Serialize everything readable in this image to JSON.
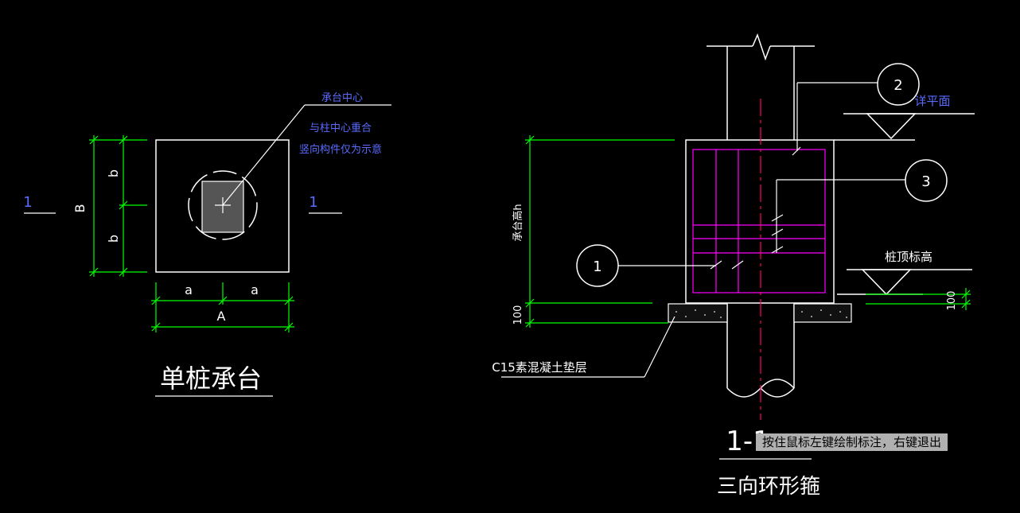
{
  "left_view": {
    "title": "单桩承台",
    "dim_B": "B",
    "dim_b_top": "b",
    "dim_b_bottom": "b",
    "dim_a_left": "a",
    "dim_a_right": "a",
    "dim_A": "A",
    "section_mark_left": "1",
    "section_mark_right": "1",
    "leader_title": "承台中心",
    "note_line1": "与柱中心重合",
    "note_line2": "竖向构件仅为示意"
  },
  "right_view": {
    "section_title": "1-1",
    "subtitle": "三向环形箍",
    "circle_1": "1",
    "circle_2": "2",
    "circle_3": "3",
    "label_see_plan": "详平面",
    "label_pile_top": "桩顶标高",
    "label_cushion": "C15素混凝土垫层",
    "label_cap_height": "承台高h",
    "dim_100_left": "100",
    "dim_100_right": "100"
  },
  "status": {
    "tooltip": "按住鼠标左键绘制标注，右键退出"
  },
  "colors": {
    "background": "#000000",
    "outline": "#ffffff",
    "dimension": "#00ff00",
    "annotation": "#5a6bff",
    "rebar": "#ff00ff",
    "centerline": "#ff0066"
  }
}
